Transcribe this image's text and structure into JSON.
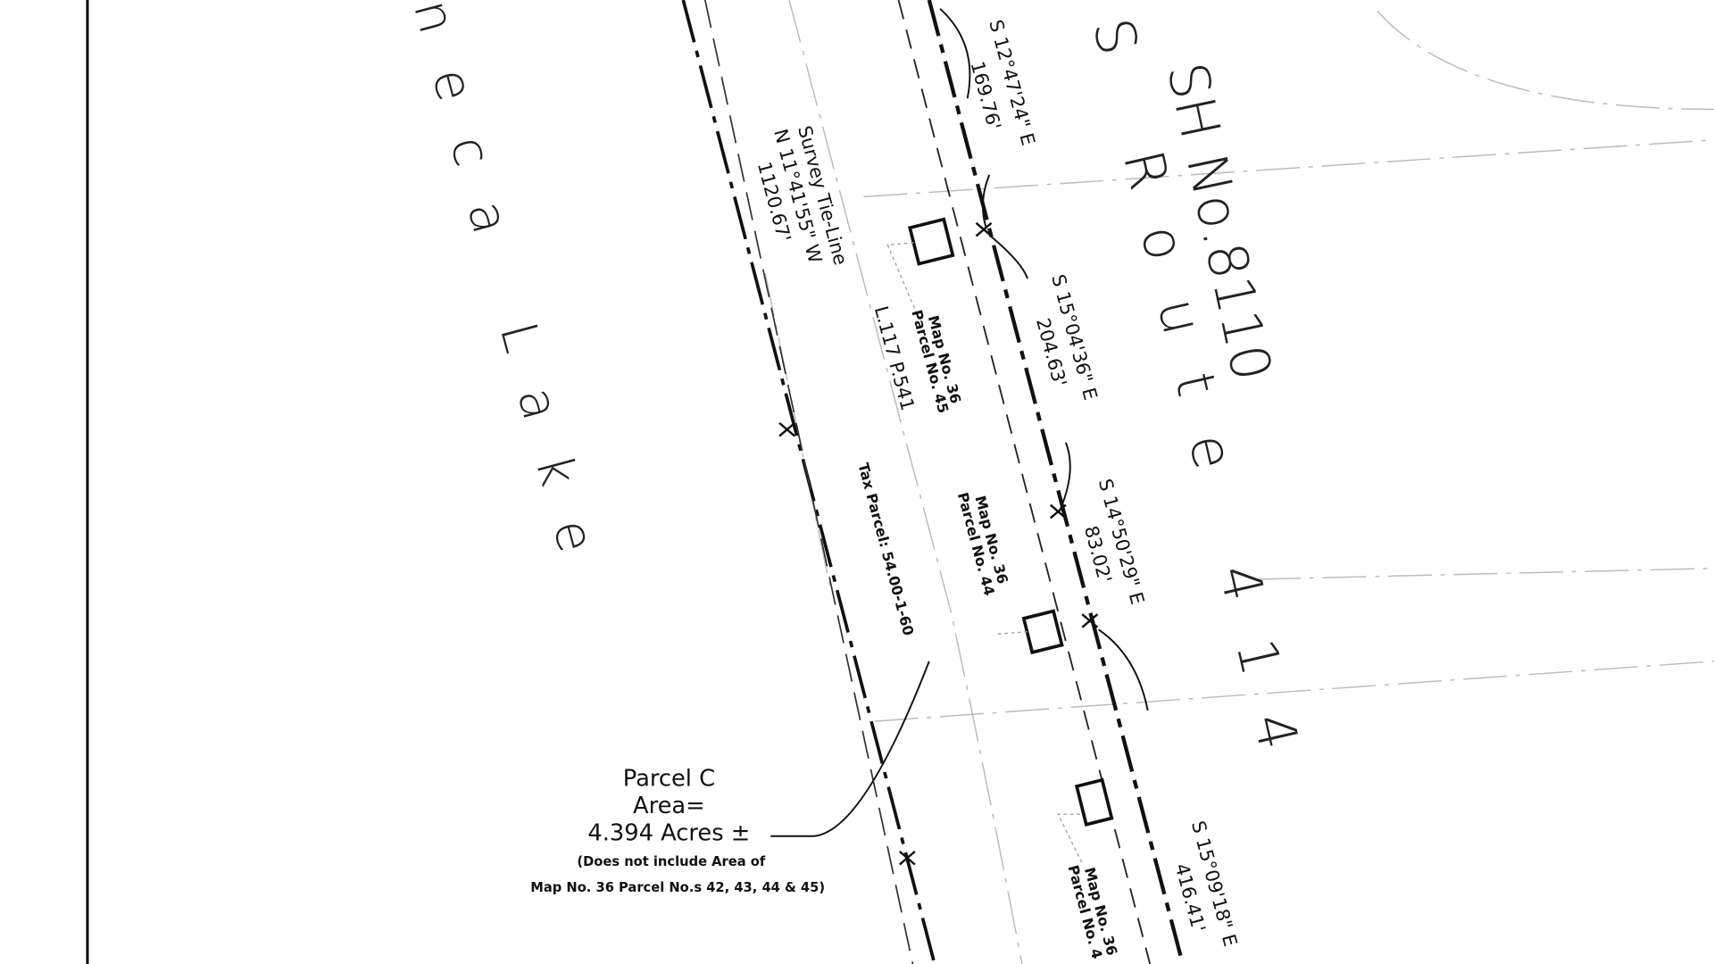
{
  "map": {
    "lake_label": "Seneca Lake",
    "highway_label": "SH No.8110",
    "route_label": "S Route 414",
    "bearings": [
      {
        "bearing": "S 12°47'24\" E",
        "distance": "169.76'"
      },
      {
        "bearing": "S 15°04'36\" E",
        "distance": "204.63'"
      },
      {
        "bearing": "S 14°50'29\" E",
        "distance": "83.02'"
      },
      {
        "bearing": "S 15°09'18\" E",
        "distance": "416.41'"
      }
    ],
    "tie_line": {
      "title": "Survey Tie-Line",
      "bearing": "N 11°41'55\" W",
      "distance": "1120.67'"
    },
    "parcels": [
      {
        "map": "Map No. 36",
        "parcel": "Parcel No. 45"
      },
      {
        "map": "Map No. 36",
        "parcel": "Parcel No. 44"
      },
      {
        "map": "Map No. 36",
        "parcel": "Parcel No. 4"
      }
    ],
    "deed_ref": "L.117 P.541",
    "tax_parcel": "Tax Parcel: 54.00-1-60",
    "parcel_c": {
      "title": "Parcel C",
      "area_label": "Area=",
      "area_value": "4.394 Acres ±",
      "note_line1": "(Does not include Area of",
      "note_line2": "Map No. 36 Parcel No.s 42, 43, 44 & 45)"
    }
  }
}
